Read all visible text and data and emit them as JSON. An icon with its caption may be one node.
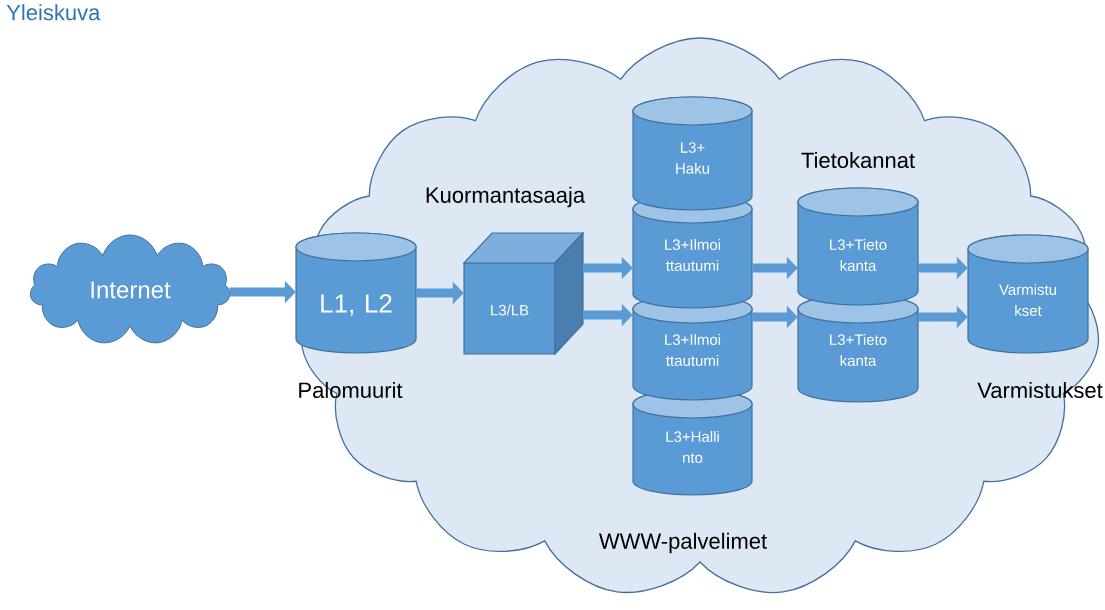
{
  "diagram": {
    "title": "Yleiskuva",
    "nodes": [
      {
        "text": [
          "Internet"
        ]
      },
      {
        "text": [
          "L1, L2"
        ],
        "beside": [
          "Palomuurit"
        ]
      },
      {
        "text": [
          "L3/LB"
        ],
        "beside": [
          "Kuormantasaaja"
        ]
      },
      {
        "text": [
          "L3+ Haku"
        ]
      },
      {
        "text": [
          "L3+Ilmoi ttautumi"
        ]
      },
      {
        "text": [
          "L3+Ilmoi ttautumi"
        ]
      },
      {
        "text": [
          "L3+Halli nto"
        ],
        "beside": [
          "WWW-palvelimet"
        ]
      },
      {
        "text": [
          "L3+Tieto kanta"
        ],
        "beside": [
          "Tietokannat"
        ]
      },
      {
        "text": [
          "L3+Tieto kanta"
        ]
      },
      {
        "text": [
          "Varmistu kset"
        ],
        "beside": [
          "Varmistukset"
        ]
      }
    ],
    "edges": [
      {
        "from": 0,
        "to": 1,
        "arrow": "to"
      },
      {
        "from": 1,
        "to": 2,
        "arrow": "to"
      },
      {
        "from": 2,
        "to": 4,
        "arrow": "to"
      },
      {
        "from": 2,
        "to": 5,
        "arrow": "to"
      },
      {
        "from": 4,
        "to": 7,
        "arrow": "to"
      },
      {
        "from": 5,
        "to": 8,
        "arrow": "to"
      },
      {
        "from": 7,
        "to": 9,
        "arrow": "to"
      },
      {
        "from": 8,
        "to": 9,
        "arrow": "to"
      }
    ]
  }
}
